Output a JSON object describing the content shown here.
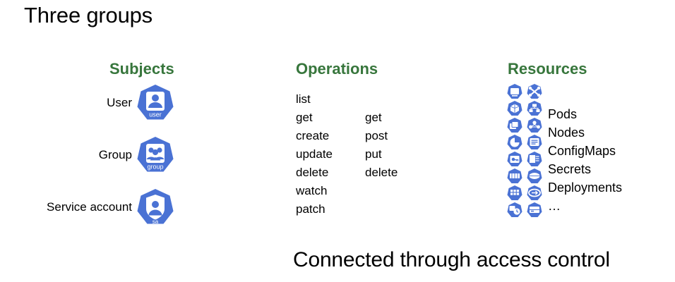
{
  "slide": {
    "title": "Three groups",
    "caption": "Connected through access control",
    "heading_color": "#37763c",
    "badge_color": "#4a72d4",
    "background": "#ffffff"
  },
  "subjects": {
    "heading": "Subjects",
    "items": [
      {
        "label": "User",
        "badge_text": "user",
        "icon": "user-badge-icon"
      },
      {
        "label": "Group",
        "badge_text": "group",
        "icon": "group-badge-icon"
      },
      {
        "label": "Service account",
        "badge_text": "sa",
        "icon": "service-account-badge-icon"
      }
    ]
  },
  "operations": {
    "heading": "Operations",
    "rows": [
      {
        "verb": "list",
        "http": ""
      },
      {
        "verb": "get",
        "http": "get"
      },
      {
        "verb": "create",
        "http": "post"
      },
      {
        "verb": "update",
        "http": "put"
      },
      {
        "verb": "delete",
        "http": "delete"
      },
      {
        "verb": "watch",
        "http": ""
      },
      {
        "verb": "patch",
        "http": ""
      }
    ]
  },
  "resources": {
    "heading": "Resources",
    "labels": [
      "Pods",
      "Nodes",
      "ConfigMaps",
      "Secrets",
      "Deployments",
      "…"
    ],
    "icons": [
      "node-icon",
      "service-icon",
      "pod-icon",
      "hierarchy-icon",
      "deployment-icon",
      "group-resource-icon",
      "job-icon",
      "configmap-icon",
      "secret-icon",
      "statefulset-icon",
      "daemonset-icon",
      "endpoint-icon",
      "namespace-icon",
      "ingress-icon",
      "cronjob-icon",
      "storage-icon"
    ]
  }
}
